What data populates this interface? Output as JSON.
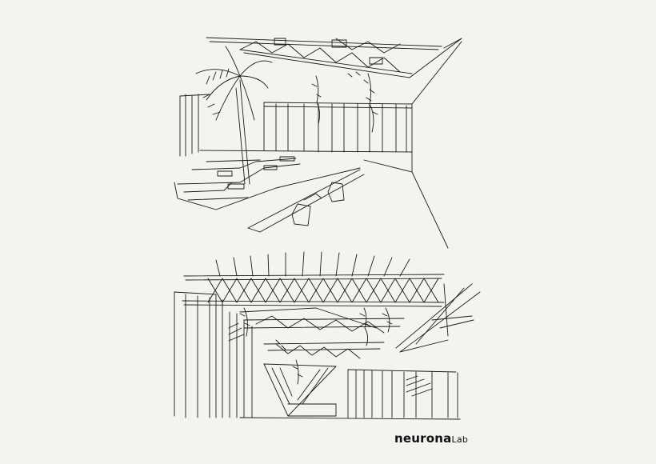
{
  "brand": {
    "name_bold": "neurona",
    "name_light": "Lab"
  },
  "colors": {
    "background": "#f5f3ef",
    "ink": "#1a1a1a"
  },
  "images": [
    {
      "name": "sketch-upper",
      "description_icon": "architectural-sketch-courtyard-with-palm-and-steps"
    },
    {
      "name": "sketch-lower",
      "description_icon": "architectural-sketch-truss-canopy-interior"
    }
  ]
}
